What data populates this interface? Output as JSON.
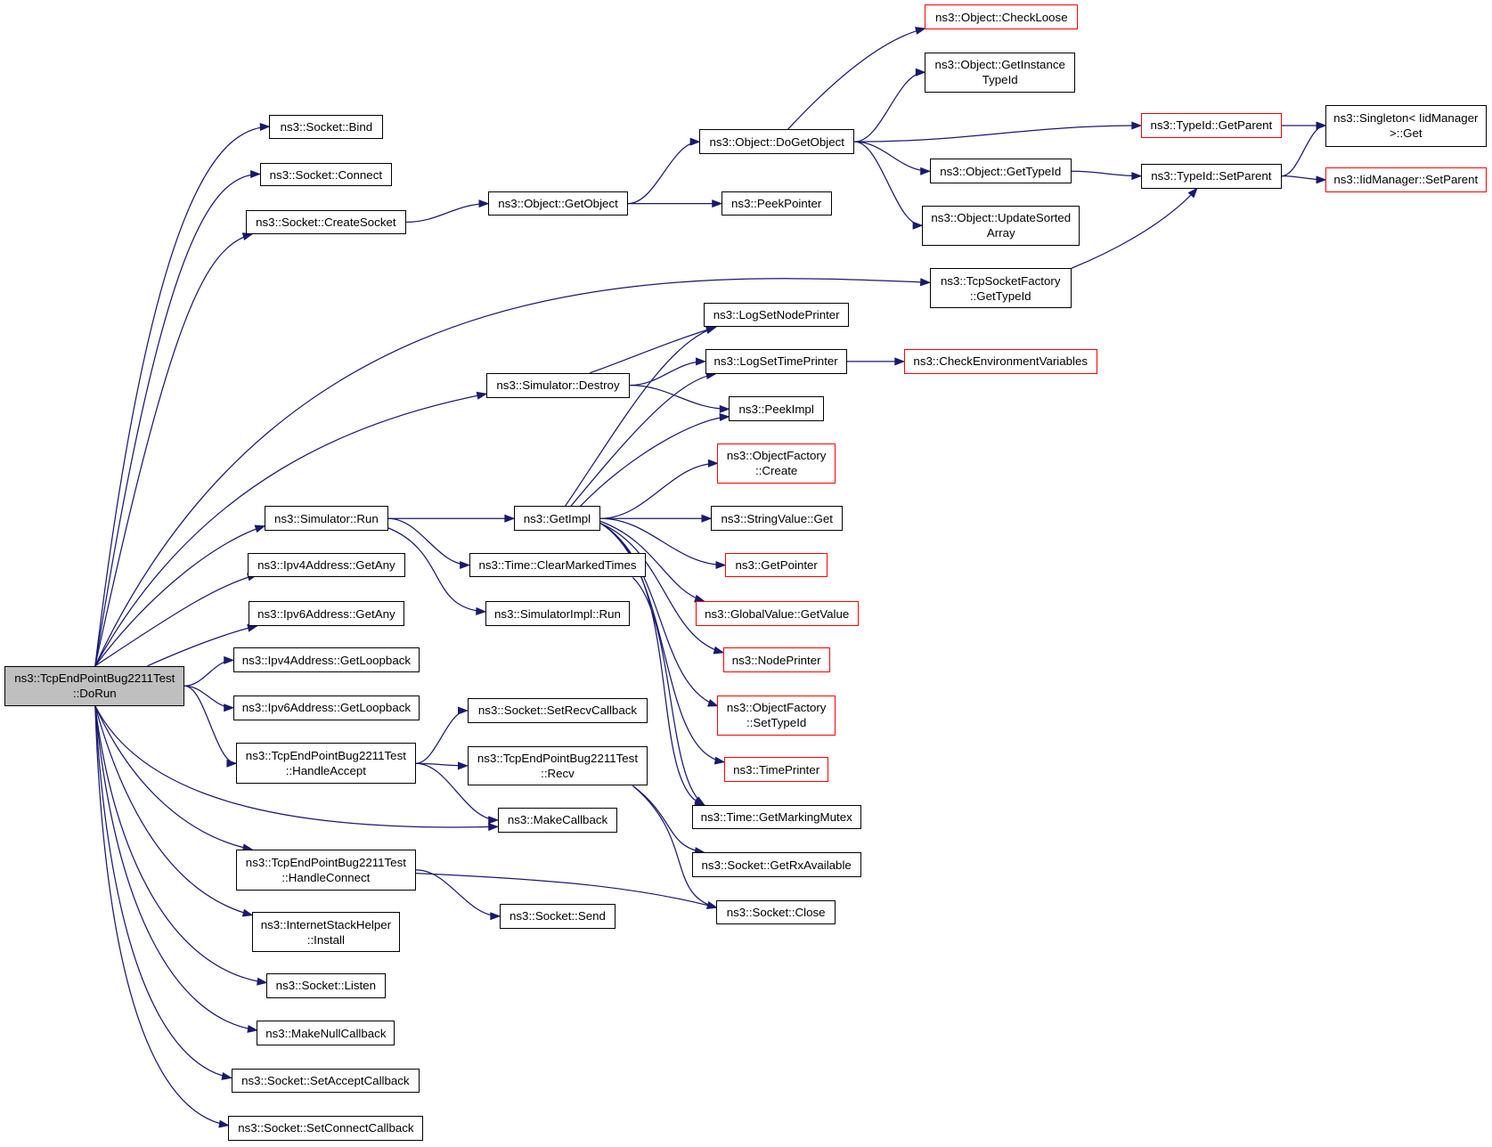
{
  "graph": {
    "edge_color": "#191970",
    "truncated_border_color": "#ff0000",
    "focus_fill": "#bfbfbf",
    "nodes": [
      {
        "id": "dorun",
        "label": "ns3::TcpEndPointBug2211Test\n::DoRun",
        "kind": "focus"
      },
      {
        "id": "bind",
        "label": "ns3::Socket::Bind",
        "kind": "normal"
      },
      {
        "id": "connect",
        "label": "ns3::Socket::Connect",
        "kind": "normal"
      },
      {
        "id": "createsocket",
        "label": "ns3::Socket::CreateSocket",
        "kind": "normal"
      },
      {
        "id": "getobject",
        "label": "ns3::Object::GetObject",
        "kind": "normal"
      },
      {
        "id": "peekpointer",
        "label": "ns3::PeekPointer",
        "kind": "normal"
      },
      {
        "id": "dogetobject",
        "label": "ns3::Object::DoGetObject",
        "kind": "normal"
      },
      {
        "id": "checkloose",
        "label": "ns3::Object::CheckLoose",
        "kind": "truncated"
      },
      {
        "id": "getinstancetypeid",
        "label": "ns3::Object::GetInstance\nTypeId",
        "kind": "normal"
      },
      {
        "id": "typeidgetparent",
        "label": "ns3::TypeId::GetParent",
        "kind": "truncated"
      },
      {
        "id": "singletonget",
        "label": "ns3::Singleton< IidManager\n>::Get",
        "kind": "normal"
      },
      {
        "id": "objectgettypeid",
        "label": "ns3::Object::GetTypeId",
        "kind": "normal"
      },
      {
        "id": "typeidsetparent",
        "label": "ns3::TypeId::SetParent",
        "kind": "normal"
      },
      {
        "id": "iidsetparent",
        "label": "ns3::IidManager::SetParent",
        "kind": "truncated"
      },
      {
        "id": "updatesorted",
        "label": "ns3::Object::UpdateSorted\nArray",
        "kind": "normal"
      },
      {
        "id": "tcpsocketfactory",
        "label": "ns3::TcpSocketFactory\n::GetTypeId",
        "kind": "normal"
      },
      {
        "id": "logsetnodeprinter",
        "label": "ns3::LogSetNodePrinter",
        "kind": "normal"
      },
      {
        "id": "logsettimeprinter",
        "label": "ns3::LogSetTimePrinter",
        "kind": "normal"
      },
      {
        "id": "checkenv",
        "label": "ns3::CheckEnvironmentVariables",
        "kind": "truncated"
      },
      {
        "id": "simdestroy",
        "label": "ns3::Simulator::Destroy",
        "kind": "normal"
      },
      {
        "id": "peekimpl",
        "label": "ns3::PeekImpl",
        "kind": "normal"
      },
      {
        "id": "objfactorycreate",
        "label": "ns3::ObjectFactory\n::Create",
        "kind": "truncated"
      },
      {
        "id": "simrun",
        "label": "ns3::Simulator::Run",
        "kind": "normal"
      },
      {
        "id": "getimpl",
        "label": "ns3::GetImpl",
        "kind": "normal"
      },
      {
        "id": "stringvalueget",
        "label": "ns3::StringValue::Get",
        "kind": "normal"
      },
      {
        "id": "getpointer",
        "label": "ns3::GetPointer",
        "kind": "truncated"
      },
      {
        "id": "clearmarked",
        "label": "ns3::Time::ClearMarkedTimes",
        "kind": "normal"
      },
      {
        "id": "simimplrun",
        "label": "ns3::SimulatorImpl::Run",
        "kind": "normal"
      },
      {
        "id": "globalvalue",
        "label": "ns3::GlobalValue::GetValue",
        "kind": "truncated"
      },
      {
        "id": "ipv4any",
        "label": "ns3::Ipv4Address::GetAny",
        "kind": "normal"
      },
      {
        "id": "ipv6any",
        "label": "ns3::Ipv6Address::GetAny",
        "kind": "normal"
      },
      {
        "id": "nodeprinter",
        "label": "ns3::NodePrinter",
        "kind": "truncated"
      },
      {
        "id": "ipv4loop",
        "label": "ns3::Ipv4Address::GetLoopback",
        "kind": "normal"
      },
      {
        "id": "ipv6loop",
        "label": "ns3::Ipv6Address::GetLoopback",
        "kind": "normal"
      },
      {
        "id": "objfactorysettypeid",
        "label": "ns3::ObjectFactory\n::SetTypeId",
        "kind": "truncated"
      },
      {
        "id": "setrecvcb",
        "label": "ns3::Socket::SetRecvCallback",
        "kind": "normal"
      },
      {
        "id": "handleaccept",
        "label": "ns3::TcpEndPointBug2211Test\n::HandleAccept",
        "kind": "normal"
      },
      {
        "id": "recv",
        "label": "ns3::TcpEndPointBug2211Test\n::Recv",
        "kind": "normal"
      },
      {
        "id": "timeprinter",
        "label": "ns3::TimePrinter",
        "kind": "truncated"
      },
      {
        "id": "makecallback",
        "label": "ns3::MakeCallback",
        "kind": "normal"
      },
      {
        "id": "getmarkingmutex",
        "label": "ns3::Time::GetMarkingMutex",
        "kind": "normal"
      },
      {
        "id": "getrxavailable",
        "label": "ns3::Socket::GetRxAvailable",
        "kind": "normal"
      },
      {
        "id": "handleconnect",
        "label": "ns3::TcpEndPointBug2211Test\n::HandleConnect",
        "kind": "normal"
      },
      {
        "id": "socketclose",
        "label": "ns3::Socket::Close",
        "kind": "normal"
      },
      {
        "id": "socketsend",
        "label": "ns3::Socket::Send",
        "kind": "normal"
      },
      {
        "id": "internetstack",
        "label": "ns3::InternetStackHelper\n::Install",
        "kind": "normal"
      },
      {
        "id": "listen",
        "label": "ns3::Socket::Listen",
        "kind": "normal"
      },
      {
        "id": "makenullcb",
        "label": "ns3::MakeNullCallback",
        "kind": "normal"
      },
      {
        "id": "setacceptcb",
        "label": "ns3::Socket::SetAcceptCallback",
        "kind": "normal"
      },
      {
        "id": "setconnectcb",
        "label": "ns3::Socket::SetConnectCallback",
        "kind": "normal"
      }
    ],
    "edges": [
      [
        "dorun",
        "bind"
      ],
      [
        "dorun",
        "connect"
      ],
      [
        "dorun",
        "createsocket"
      ],
      [
        "dorun",
        "tcpsocketfactory"
      ],
      [
        "dorun",
        "simdestroy"
      ],
      [
        "dorun",
        "simrun"
      ],
      [
        "dorun",
        "ipv4any"
      ],
      [
        "dorun",
        "ipv6any"
      ],
      [
        "dorun",
        "ipv4loop"
      ],
      [
        "dorun",
        "ipv6loop"
      ],
      [
        "dorun",
        "handleaccept"
      ],
      [
        "dorun",
        "makecallback"
      ],
      [
        "dorun",
        "handleconnect"
      ],
      [
        "dorun",
        "internetstack"
      ],
      [
        "dorun",
        "listen"
      ],
      [
        "dorun",
        "makenullcb"
      ],
      [
        "dorun",
        "setacceptcb"
      ],
      [
        "dorun",
        "setconnectcb"
      ],
      [
        "createsocket",
        "getobject"
      ],
      [
        "getobject",
        "dogetobject"
      ],
      [
        "getobject",
        "peekpointer"
      ],
      [
        "dogetobject",
        "checkloose"
      ],
      [
        "dogetobject",
        "getinstancetypeid"
      ],
      [
        "dogetobject",
        "typeidgetparent"
      ],
      [
        "dogetobject",
        "objectgettypeid"
      ],
      [
        "dogetobject",
        "updatesorted"
      ],
      [
        "typeidgetparent",
        "singletonget"
      ],
      [
        "objectgettypeid",
        "typeidsetparent"
      ],
      [
        "typeidsetparent",
        "singletonget"
      ],
      [
        "typeidsetparent",
        "iidsetparent"
      ],
      [
        "tcpsocketfactory",
        "typeidsetparent"
      ],
      [
        "simdestroy",
        "logsetnodeprinter"
      ],
      [
        "simdestroy",
        "logsettimeprinter"
      ],
      [
        "simdestroy",
        "peekimpl"
      ],
      [
        "logsettimeprinter",
        "checkenv"
      ],
      [
        "simrun",
        "getimpl"
      ],
      [
        "simrun",
        "clearmarked"
      ],
      [
        "simrun",
        "simimplrun"
      ],
      [
        "getimpl",
        "logsetnodeprinter"
      ],
      [
        "getimpl",
        "logsettimeprinter"
      ],
      [
        "getimpl",
        "peekimpl"
      ],
      [
        "getimpl",
        "objfactorycreate"
      ],
      [
        "getimpl",
        "stringvalueget"
      ],
      [
        "getimpl",
        "getpointer"
      ],
      [
        "getimpl",
        "globalvalue"
      ],
      [
        "getimpl",
        "nodeprinter"
      ],
      [
        "getimpl",
        "objfactorysettypeid"
      ],
      [
        "getimpl",
        "timeprinter"
      ],
      [
        "getimpl",
        "getmarkingmutex"
      ],
      [
        "clearmarked",
        "getmarkingmutex"
      ],
      [
        "handleaccept",
        "setrecvcb"
      ],
      [
        "handleaccept",
        "recv"
      ],
      [
        "handleaccept",
        "makecallback"
      ],
      [
        "recv",
        "getrxavailable"
      ],
      [
        "recv",
        "socketclose"
      ],
      [
        "handleconnect",
        "socketclose"
      ],
      [
        "handleconnect",
        "socketsend"
      ]
    ]
  }
}
